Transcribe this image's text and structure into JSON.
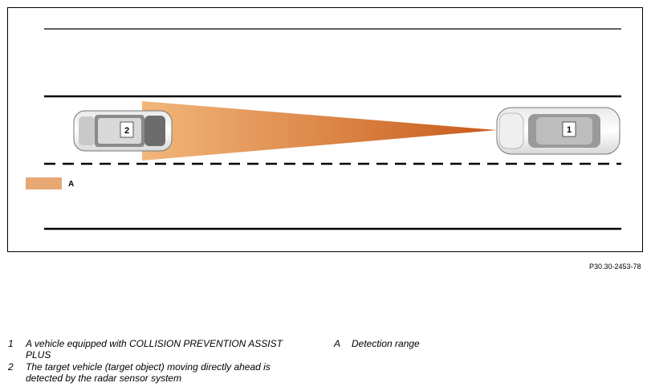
{
  "figure": {
    "car1_label": "1",
    "car2_label": "2",
    "range_label": "A",
    "colors": {
      "beam_light": "#f2b77b",
      "beam_dark": "#c85a1a",
      "legend_swatch": "#e7a874",
      "lines": "#000000"
    }
  },
  "reference_code": "P30.30-2453-78",
  "legend": {
    "items": [
      {
        "key": "1",
        "text": "A vehicle equipped with COLLISION PREVENTION ASSIST PLUS"
      },
      {
        "key": "2",
        "text": "The target vehicle (target object) moving directly ahead is detected by the radar sensor system"
      },
      {
        "key": "A",
        "text": "Detection range"
      }
    ]
  }
}
